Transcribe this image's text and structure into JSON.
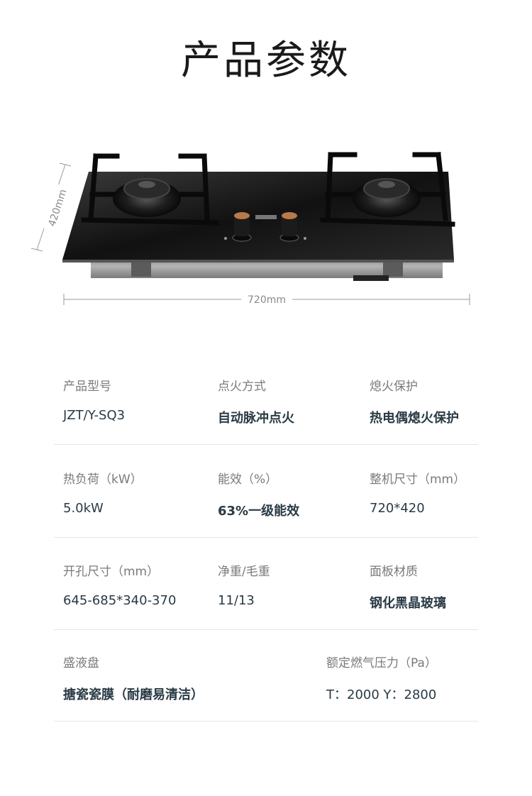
{
  "title": "产品参数",
  "figure": {
    "height_label": "420mm",
    "width_label": "720mm"
  },
  "specs": {
    "row1": [
      {
        "label": "产品型号",
        "value": "JZT/Y-SQ3"
      },
      {
        "label": "点火方式",
        "value": "自动脉冲点火"
      },
      {
        "label": "熄火保护",
        "value": "热电偶熄火保护"
      }
    ],
    "row2": [
      {
        "label": "热负荷（kW）",
        "value": "5.0kW"
      },
      {
        "label": "能效（%）",
        "value": "63%一级能效"
      },
      {
        "label": "整机尺寸（mm）",
        "value": "720*420"
      }
    ],
    "row3": [
      {
        "label": "开孔尺寸（mm）",
        "value": "645-685*340-370"
      },
      {
        "label": "净重/毛重",
        "value": "11/13"
      },
      {
        "label": "面板材质",
        "value": "钢化黑晶玻璃"
      }
    ],
    "row4": [
      {
        "label": "盛液盘",
        "value": "搪瓷瓷膜（耐磨易清洁）"
      },
      {
        "label": "额定燃气压力（Pa）",
        "value": "T：2000 Y：2800"
      }
    ]
  }
}
